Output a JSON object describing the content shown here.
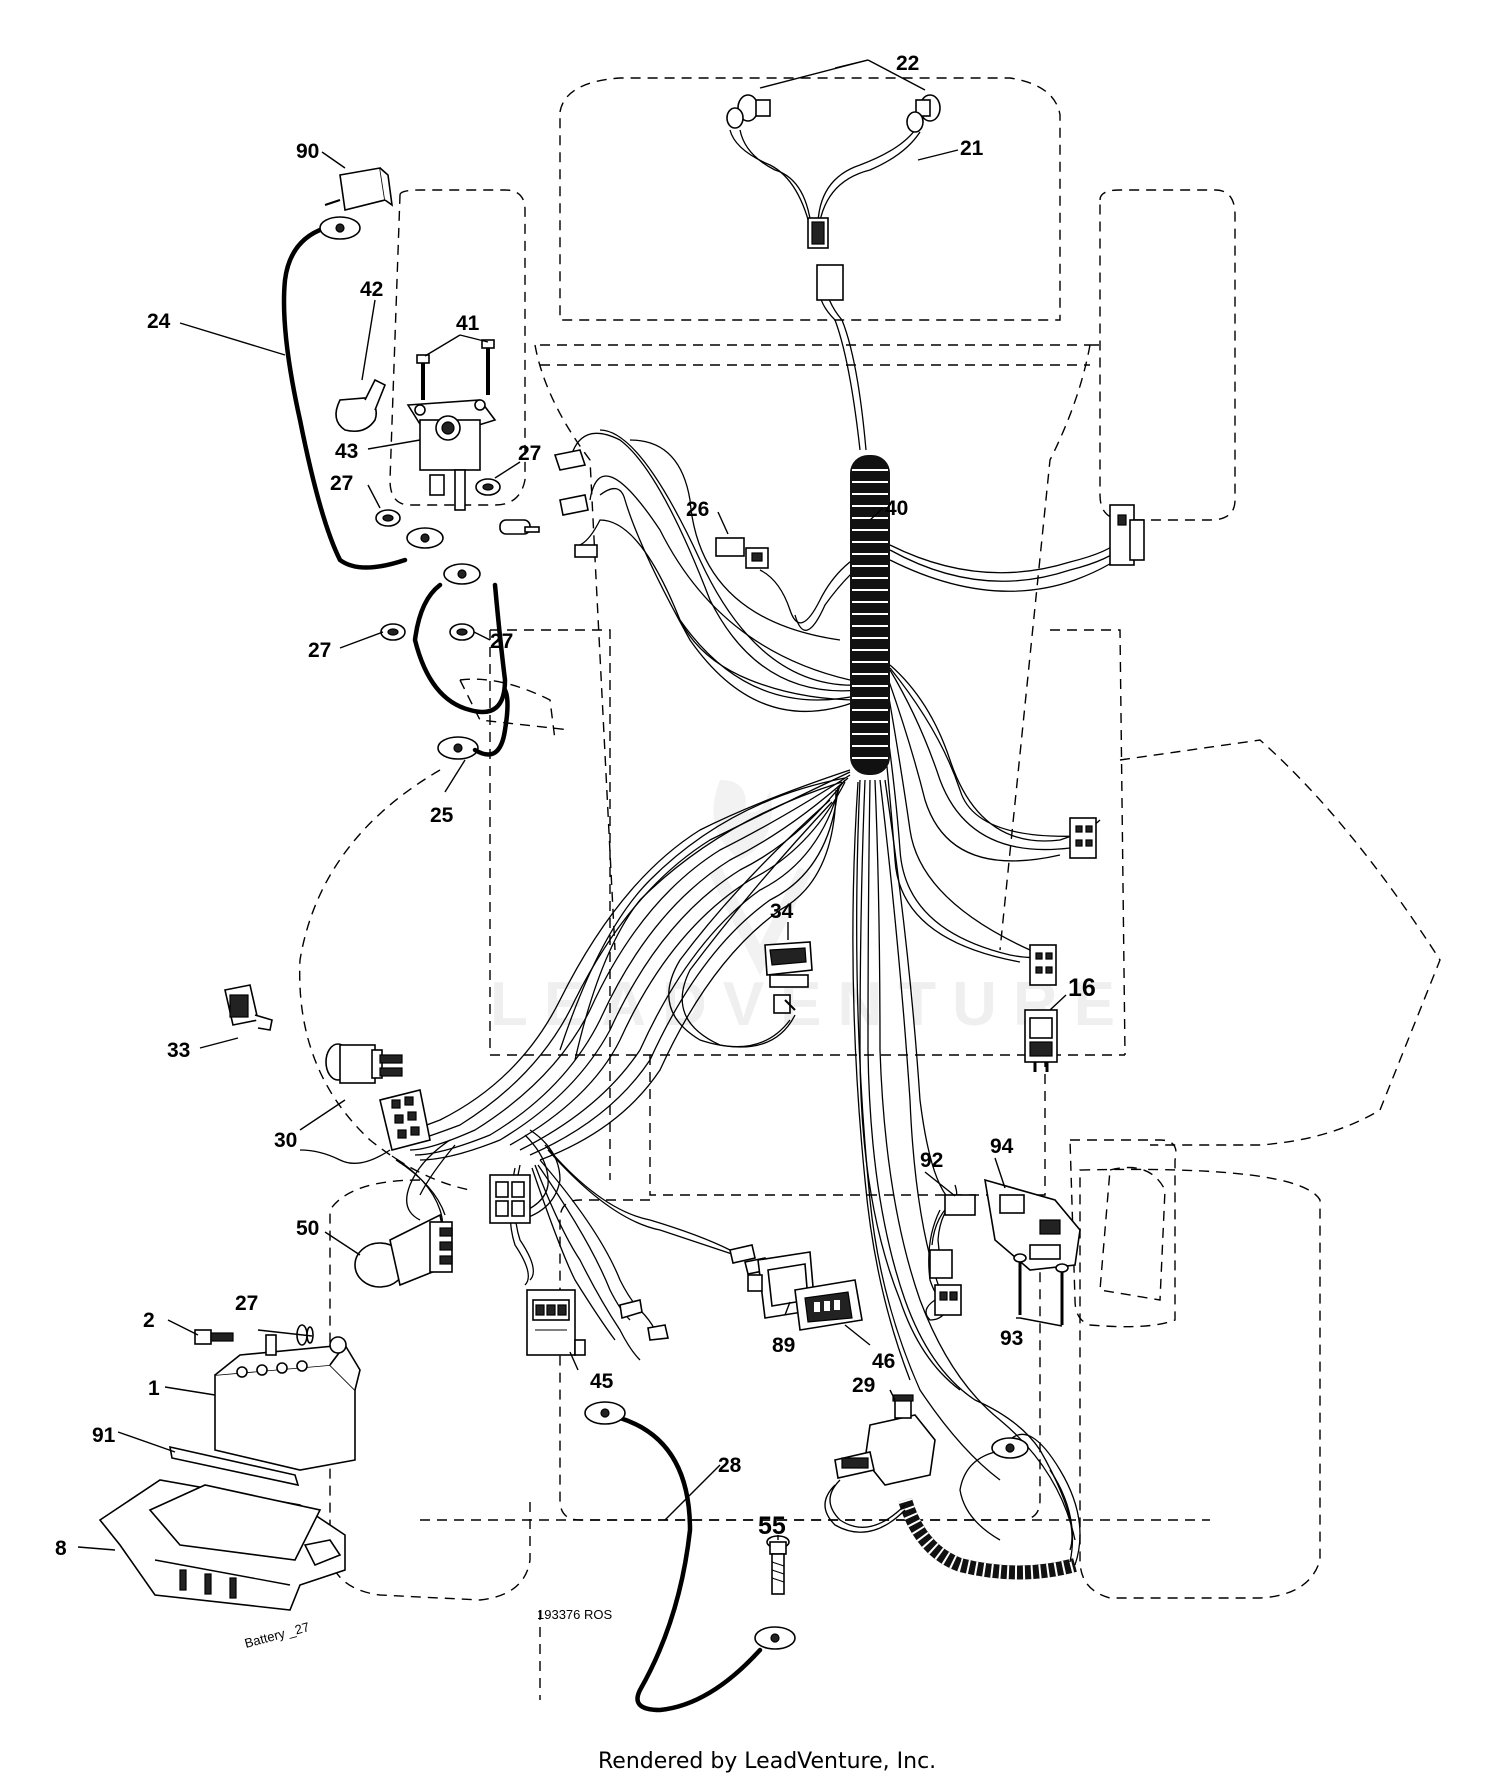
{
  "callouts": {
    "c22": "22",
    "c21": "21",
    "c90": "90",
    "c42": "42",
    "c41": "41",
    "c24": "24",
    "c43": "43",
    "c27a": "27",
    "c27b": "27",
    "c27c": "27",
    "c27d": "27",
    "c27e": "27",
    "c26": "26",
    "c40": "40",
    "c25": "25",
    "c34": "34",
    "c16": "16",
    "c33": "33",
    "c30": "30",
    "c92": "92",
    "c94": "94",
    "c50": "50",
    "c2": "2",
    "c1": "1",
    "c89": "89",
    "c46": "46",
    "c93": "93",
    "c45": "45",
    "c29": "29",
    "c91": "91",
    "c28": "28",
    "c55": "55",
    "c8": "8"
  },
  "battery_tag": "Battery _27",
  "drawing_id": "193376 ROS",
  "watermark": "LEADVENTURE",
  "footer": "Rendered by LeadVenture, Inc."
}
